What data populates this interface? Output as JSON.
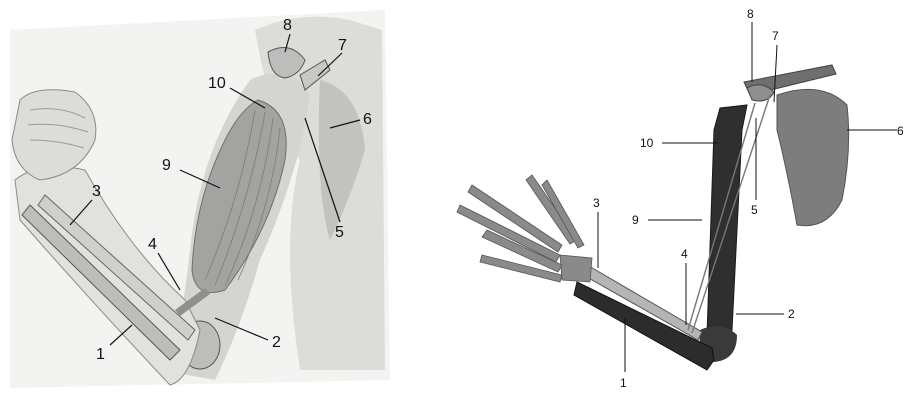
{
  "left_panel": {
    "labels": [
      {
        "id": "1",
        "text": "1"
      },
      {
        "id": "2",
        "text": "2"
      },
      {
        "id": "3",
        "text": "3"
      },
      {
        "id": "4",
        "text": "4"
      },
      {
        "id": "5",
        "text": "5"
      },
      {
        "id": "6",
        "text": "6"
      },
      {
        "id": "7",
        "text": "7"
      },
      {
        "id": "8",
        "text": "8"
      },
      {
        "id": "9",
        "text": "9"
      },
      {
        "id": "10",
        "text": "10"
      }
    ]
  },
  "right_panel": {
    "labels": [
      {
        "id": "1",
        "text": "1"
      },
      {
        "id": "2",
        "text": "2"
      },
      {
        "id": "3",
        "text": "3"
      },
      {
        "id": "4",
        "text": "4"
      },
      {
        "id": "5",
        "text": "5"
      },
      {
        "id": "6",
        "text": "6"
      },
      {
        "id": "7",
        "text": "7"
      },
      {
        "id": "8",
        "text": "8"
      },
      {
        "id": "9",
        "text": "9"
      },
      {
        "id": "10",
        "text": "10"
      }
    ]
  },
  "colors": {
    "illustration_bg": "#f1f1ef",
    "skin_shade": "#cfcfcc",
    "muscle": "#9a9a98",
    "bone_dark": "#3a3a3a",
    "bone_light": "#bdbdbd",
    "scapula": "#7a7a7a"
  }
}
